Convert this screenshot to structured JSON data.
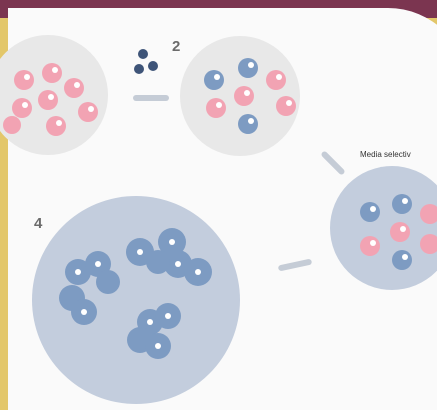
{
  "steps": {
    "two": "2",
    "four": "4"
  },
  "media_label": "Media selectiv",
  "colors": {
    "pink": "#f2a3b3",
    "blue": "#7d9bc2",
    "dark_blue": "#3e5478",
    "dish_light": "#e8e8e8",
    "dish_blue": "#c3cddd",
    "arrow": "#c5ccd6",
    "frame": "#e3c76a",
    "band": "#7b3550"
  }
}
